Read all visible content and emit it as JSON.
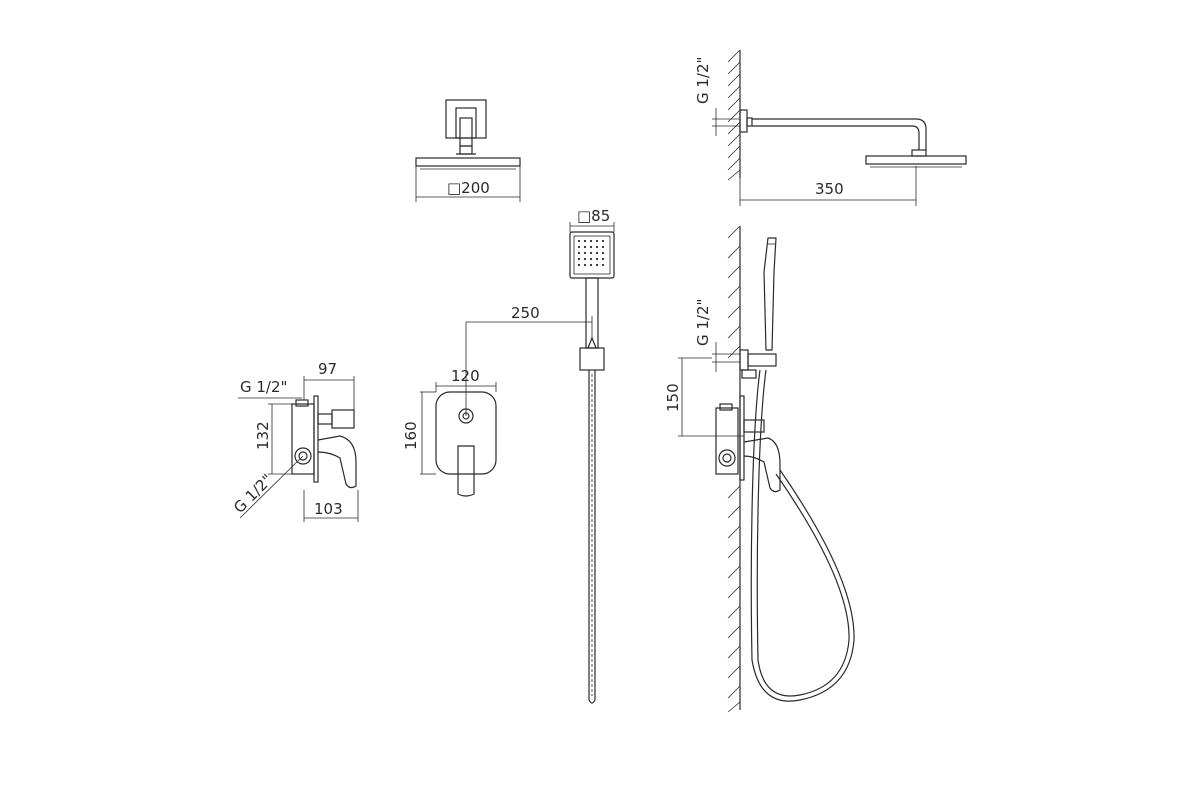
{
  "dimensions": {
    "head_size": "□200",
    "arm_length": "350",
    "head_thread": "G 1/2\"",
    "hand_size": "□85",
    "hand_offset": "250",
    "plate_width": "120",
    "plate_height": "160",
    "body_depth_top": "97",
    "body_thread_top": "G 1/2\"",
    "body_height": "132",
    "body_thread_bottom": "G 1/2\"",
    "body_depth_bottom": "103",
    "hose_thread": "G 1/2\"",
    "hose_height": "150"
  },
  "colors": {
    "line": "#2a2a2a",
    "background": "#ffffff"
  }
}
